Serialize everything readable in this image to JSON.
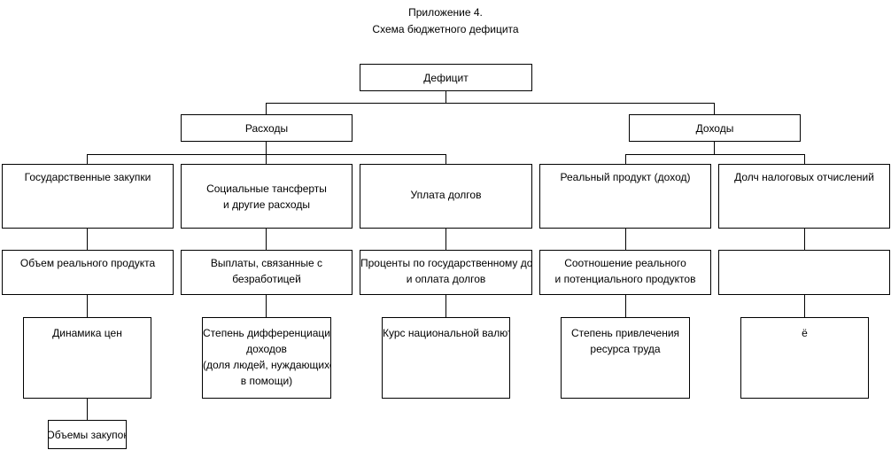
{
  "header": {
    "title_line1": "Приложение 4.",
    "title_line2": "Схема бюджетного дефицита"
  },
  "nodes": {
    "deficit": "Дефицит",
    "expenses": "Расходы",
    "income": "Доходы",
    "gov_purchases": "Государственные закупки",
    "social_transfers": "Социальные тансферты\nи другие расходы",
    "debt_payment": "Уплата долгов",
    "real_product": "Реальный продукт (доход)",
    "tax_share": "Долч налоговых отчислений",
    "real_product_volume": "Объем реального продукта",
    "unemployment_payments": "Выплаты, связанные с\nбезработицей",
    "debt_interest": "Проценты по государственному долгу\nи оплата долгов",
    "real_potential_ratio": "Соотношение реального\nи потенциального продуктов",
    "empty_box": "",
    "price_dynamics": "Динамика цен",
    "income_differentiation": "Степень дифференциации\nдоходов\n(доля людей, нуждающихся\nв помощи)",
    "exchange_rate": "Курс национальной валюты",
    "labor_involvement": "Степень привлечения\nресурса труда",
    "yo": "ё",
    "purchase_volume": "Объемы закупок"
  }
}
